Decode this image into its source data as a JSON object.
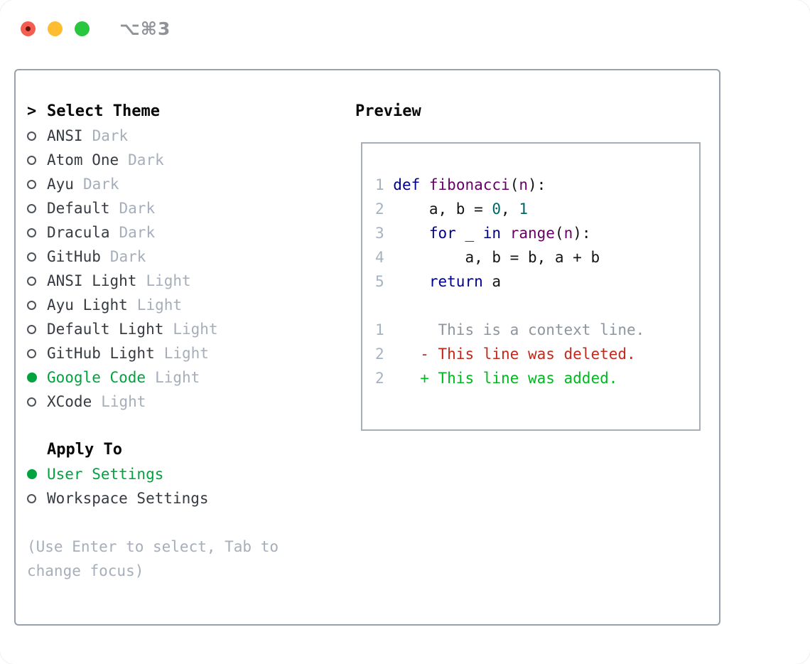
{
  "window": {
    "title": "⌥⌘3"
  },
  "theme_panel": {
    "header_prefix": ">",
    "header": "Select Theme",
    "items": [
      {
        "name": "ANSI",
        "tag": "Dark",
        "selected": false
      },
      {
        "name": "Atom One",
        "tag": "Dark",
        "selected": false
      },
      {
        "name": "Ayu",
        "tag": "Dark",
        "selected": false
      },
      {
        "name": "Default",
        "tag": "Dark",
        "selected": false
      },
      {
        "name": "Dracula",
        "tag": "Dark",
        "selected": false
      },
      {
        "name": "GitHub",
        "tag": "Dark",
        "selected": false
      },
      {
        "name": "ANSI Light",
        "tag": "Light",
        "selected": false
      },
      {
        "name": "Ayu Light",
        "tag": "Light",
        "selected": false
      },
      {
        "name": "Default Light",
        "tag": "Light",
        "selected": false
      },
      {
        "name": "GitHub Light",
        "tag": "Light",
        "selected": false
      },
      {
        "name": "Google Code",
        "tag": "Light",
        "selected": true
      },
      {
        "name": "XCode",
        "tag": "Light",
        "selected": false
      }
    ]
  },
  "apply_panel": {
    "header": "Apply To",
    "items": [
      {
        "name": "User Settings",
        "selected": true
      },
      {
        "name": "Workspace Settings",
        "selected": false
      }
    ]
  },
  "hint": {
    "line1": "(Use Enter to select, Tab to",
    "line2": "change focus)"
  },
  "preview": {
    "header": "Preview",
    "code_lines": [
      {
        "segments": [
          [
            "num",
            "1 "
          ],
          [
            "kw",
            "def"
          ],
          [
            "pln",
            " "
          ],
          [
            "fn",
            "fibonacci"
          ],
          [
            "pln",
            "("
          ],
          [
            "fn",
            "n"
          ],
          [
            "pln",
            "):"
          ]
        ]
      },
      {
        "segments": [
          [
            "num",
            "2 "
          ],
          [
            "pln",
            "    a, b = "
          ],
          [
            "lit",
            "0"
          ],
          [
            "pln",
            ", "
          ],
          [
            "lit",
            "1"
          ]
        ]
      },
      {
        "segments": [
          [
            "num",
            "3 "
          ],
          [
            "pln",
            "    "
          ],
          [
            "kw",
            "for"
          ],
          [
            "pln",
            " _ "
          ],
          [
            "kw",
            "in"
          ],
          [
            "pln",
            " "
          ],
          [
            "fn",
            "range"
          ],
          [
            "pln",
            "("
          ],
          [
            "fn",
            "n"
          ],
          [
            "pln",
            "):"
          ]
        ]
      },
      {
        "segments": [
          [
            "num",
            "4 "
          ],
          [
            "pln",
            "        a, b = b, a + b"
          ]
        ]
      },
      {
        "segments": [
          [
            "num",
            "5 "
          ],
          [
            "pln",
            "    "
          ],
          [
            "kw",
            "return"
          ],
          [
            "pln",
            " a"
          ]
        ]
      }
    ],
    "diff_lines": [
      {
        "segments": [
          [
            "num",
            "1 "
          ],
          [
            "ctx",
            "     This is a context line."
          ]
        ]
      },
      {
        "segments": [
          [
            "num",
            "2 "
          ],
          [
            "del",
            "   - This line was deleted."
          ]
        ]
      },
      {
        "segments": [
          [
            "num",
            "2 "
          ],
          [
            "add",
            "   + This line was added."
          ]
        ]
      }
    ]
  },
  "colors": {
    "accent_green": "#00a33e",
    "diff_added": "#00b81f",
    "diff_deleted": "#c3281c",
    "diff_context": "#8e959d",
    "syntax_keyword": "#000088",
    "syntax_function": "#660066",
    "syntax_literal": "#006666",
    "muted_gray": "#a5aeba",
    "line_number": "#a6b2c0",
    "panel_border": "#99a1ac",
    "traffic_red": "#f35e52",
    "traffic_yellow": "#fdbd2e",
    "traffic_green": "#28c73e"
  }
}
